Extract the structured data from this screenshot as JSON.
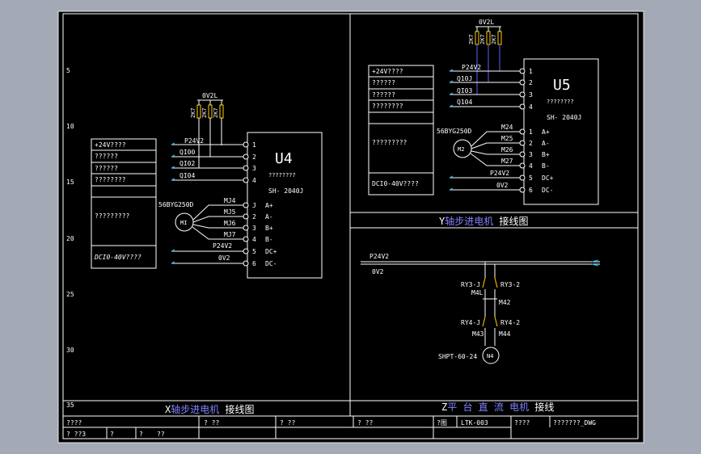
{
  "colors": {
    "window_bg": "#a3a9b5",
    "canvas": "#000000",
    "line": "#ffffff",
    "text": "#ffffff",
    "highlight": "#8080ff",
    "resistor": "#ffd000",
    "wire_blue": "#6060ff",
    "signal_green": "#00c0ff"
  },
  "ruler_left": [
    "5",
    "10",
    "15",
    "20",
    "25",
    "30",
    "35"
  ],
  "x_drive": {
    "title_prefix": "X",
    "title_highlight": "轴步进电机",
    "title_suffix": " 接线图",
    "info_box": [
      "+24V????",
      "??????",
      "??????",
      "????????",
      "?????????",
      "DCI0-40V????"
    ],
    "resistor_label": "0V2L",
    "resistor_values": [
      "2K7",
      "2K7",
      "2K7"
    ],
    "power_label": "P24V2",
    "signals": [
      "QI00",
      "QI02",
      "QI04"
    ],
    "driver_name": "U4",
    "driver_sub": "????????",
    "driver_model": "SH- 2040J",
    "pins_top": [
      "1",
      "2",
      "3",
      "4"
    ],
    "motor_model": "56BYG250D",
    "motor_label": "MI",
    "motor_wires": [
      "MJ4",
      "MJ5",
      "MJ6",
      "MJ7"
    ],
    "pins_bottom": [
      "J",
      "2",
      "3",
      "4",
      "5",
      "6"
    ],
    "pin_names": [
      "A+",
      "A-",
      "B+",
      "B-",
      "DC+",
      "DC-"
    ],
    "supply_labels": [
      "P24V2",
      "0V2"
    ]
  },
  "y_drive": {
    "title_prefix": "Y",
    "title_highlight": "轴步进电机",
    "title_suffix": " 接线图",
    "info_box": [
      "+24V????",
      "??????",
      "??????",
      "????????",
      "?????????",
      "DCI0-40V????"
    ],
    "resistor_label": "0V2L",
    "resistor_values": [
      "2K7",
      "2K7",
      "2K7"
    ],
    "power_label": "P24V2",
    "signals": [
      "Q10J",
      "QI03",
      "Q104"
    ],
    "driver_name": "U5",
    "driver_sub": "????????",
    "driver_model": "SH- 2040J",
    "pins_top": [
      "1",
      "2",
      "3",
      "4"
    ],
    "motor_model": "56BYG250D",
    "motor_label": "M2",
    "motor_wires": [
      "M24",
      "M25",
      "M26",
      "M27"
    ],
    "pins_bottom": [
      "1",
      "2",
      "3",
      "4",
      "5",
      "6"
    ],
    "pin_names": [
      "A+",
      "A-",
      "B+",
      "B-",
      "DC+",
      "DC-"
    ],
    "supply_labels": [
      "P24V2",
      "0V2"
    ]
  },
  "z_drive": {
    "title_prefix": "Z",
    "title_highlight": "平 台 直  流 电机",
    "title_suffix": " 接线",
    "rail_top": "P24V2",
    "rail_bottom": "0V2",
    "relay_top_left": "RY3-J",
    "relay_top_right": "RY3-2",
    "wire_a": "M4L",
    "wire_b": "M42",
    "relay_bot_left": "RY4-J",
    "relay_bot_right": "RY4-2",
    "wire_c": "M43",
    "wire_d": "M44",
    "motor_model": "SHPT-60-24",
    "motor_label": "N4"
  },
  "title_block": {
    "r1": [
      "????",
      "?    ??",
      "?    ??",
      "?    ??",
      "?图",
      "LTK-003",
      "????",
      "???????_DWG"
    ],
    "r2": [
      "?    ??3",
      "?",
      "?",
      "??"
    ]
  }
}
